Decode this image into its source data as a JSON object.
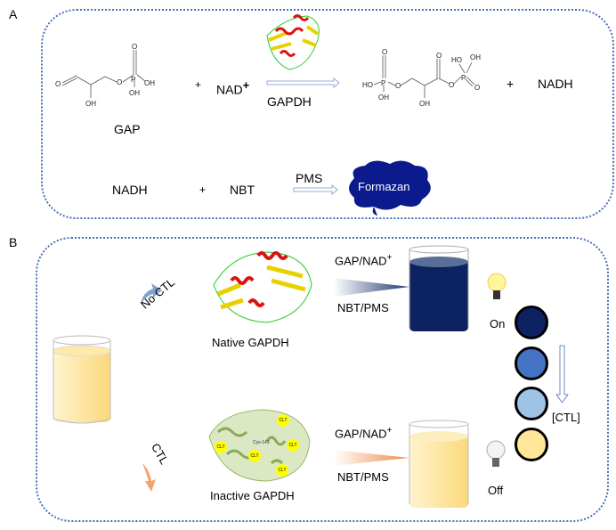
{
  "panel_a": {
    "label": "A",
    "reaction1": {
      "substrate": "GAP",
      "plus1": "+",
      "cofactor": "NAD",
      "cofactor_sup": "+",
      "enzyme": "GAPDH",
      "plus2": "+",
      "product2": "NADH",
      "gap_atoms": {
        "o_ald": "O",
        "oh": "OH",
        "o_ester": "O",
        "p": "P",
        "o_top": "O",
        "oh_right": "OH",
        "oh_bottom": "OH"
      },
      "bpg_atoms": {
        "o_top1": "O",
        "p1": "P",
        "ho_left": "HO",
        "oh_bot": "OH",
        "o_link": "O",
        "oh_mid": "OH",
        "o_top2": "O",
        "o_link2": "O",
        "p2": "P",
        "ho_top": "HO",
        "oh_top": "OH",
        "o_right": "O"
      }
    },
    "reaction2": {
      "reactant1": "NADH",
      "plus": "+",
      "reactant2": "NBT",
      "catalyst": "PMS",
      "product": "Formazan"
    }
  },
  "panel_b": {
    "label": "B",
    "path_top": "No CTL",
    "path_bottom": "CTL",
    "native_label": "Native GAPDH",
    "inactive_label": "Inactive GAPDH",
    "clt_tag": "CLT",
    "cys_tag": "Cys-149",
    "top_reagents_1": "GAP/NAD",
    "top_reagents_1_sup": "+",
    "top_reagents_2": "NBT/PMS",
    "bottom_reagents_1": "GAP/NAD",
    "bottom_reagents_1_sup": "+",
    "bottom_reagents_2": "NBT/PMS",
    "state_on": "On",
    "state_off": "Off",
    "gradient_label": "[CTL]",
    "colors": {
      "dark": "#0d2260",
      "mid": "#4472c4",
      "light": "#9dc3e6",
      "yellow": "#ffe699",
      "box": "#4a6fb5",
      "formazan": "#0b1a8c"
    }
  }
}
